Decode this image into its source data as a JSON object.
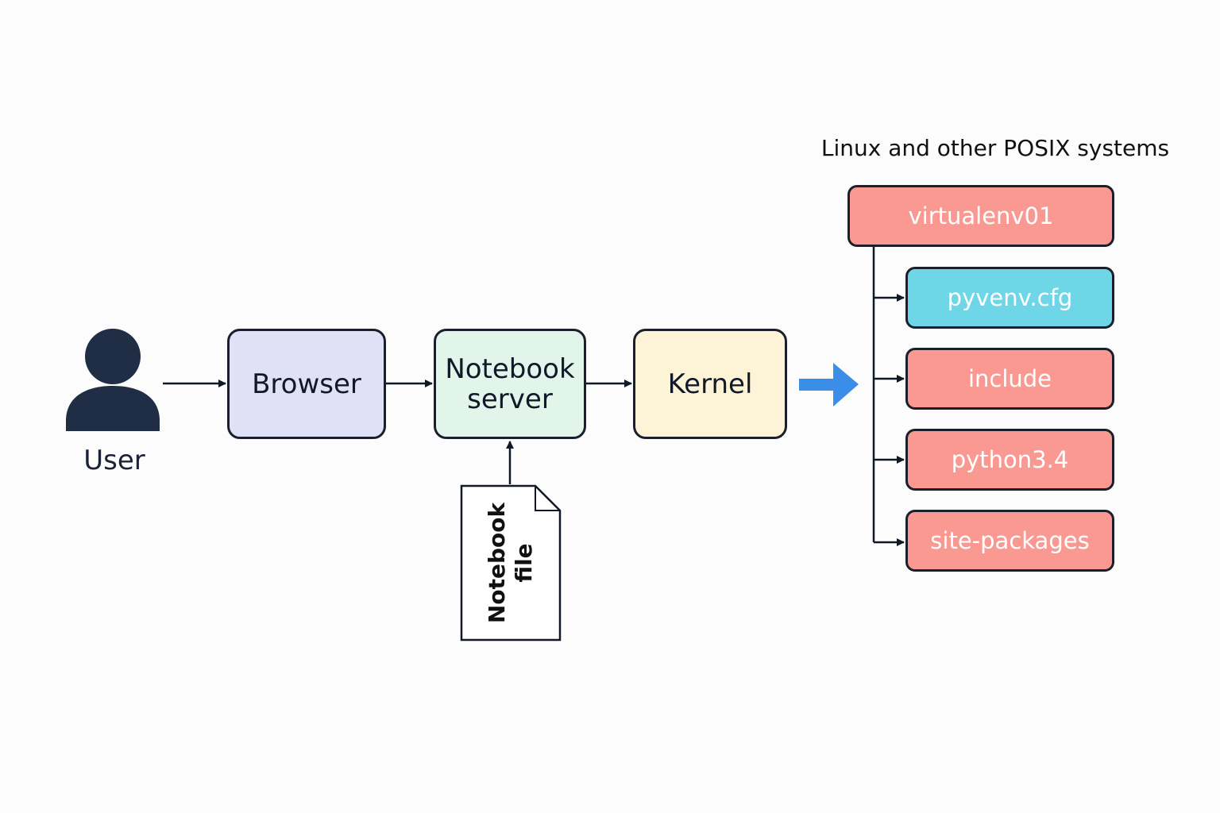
{
  "actor": {
    "label": "User",
    "icon": "user-icon"
  },
  "flow": {
    "browser": "Browser",
    "notebook_server": "Notebook\nserver",
    "kernel": "Kernel"
  },
  "notebook_file": {
    "label": "Notebook\nfile"
  },
  "tree": {
    "title": "Linux and other POSIX systems",
    "root": "virtualenv01",
    "children": [
      "pyvenv.cfg",
      "include",
      "python3.4",
      "site-packages"
    ]
  },
  "colors": {
    "flow_browser": "#e0e0f7",
    "flow_server": "#e2f5ea",
    "flow_kernel": "#fdf4d8",
    "tree_salmon": "#fa9992",
    "tree_cyan": "#6ed6e6",
    "accent_arrow": "#3b8ee8",
    "user_icon": "#1f2d45"
  }
}
